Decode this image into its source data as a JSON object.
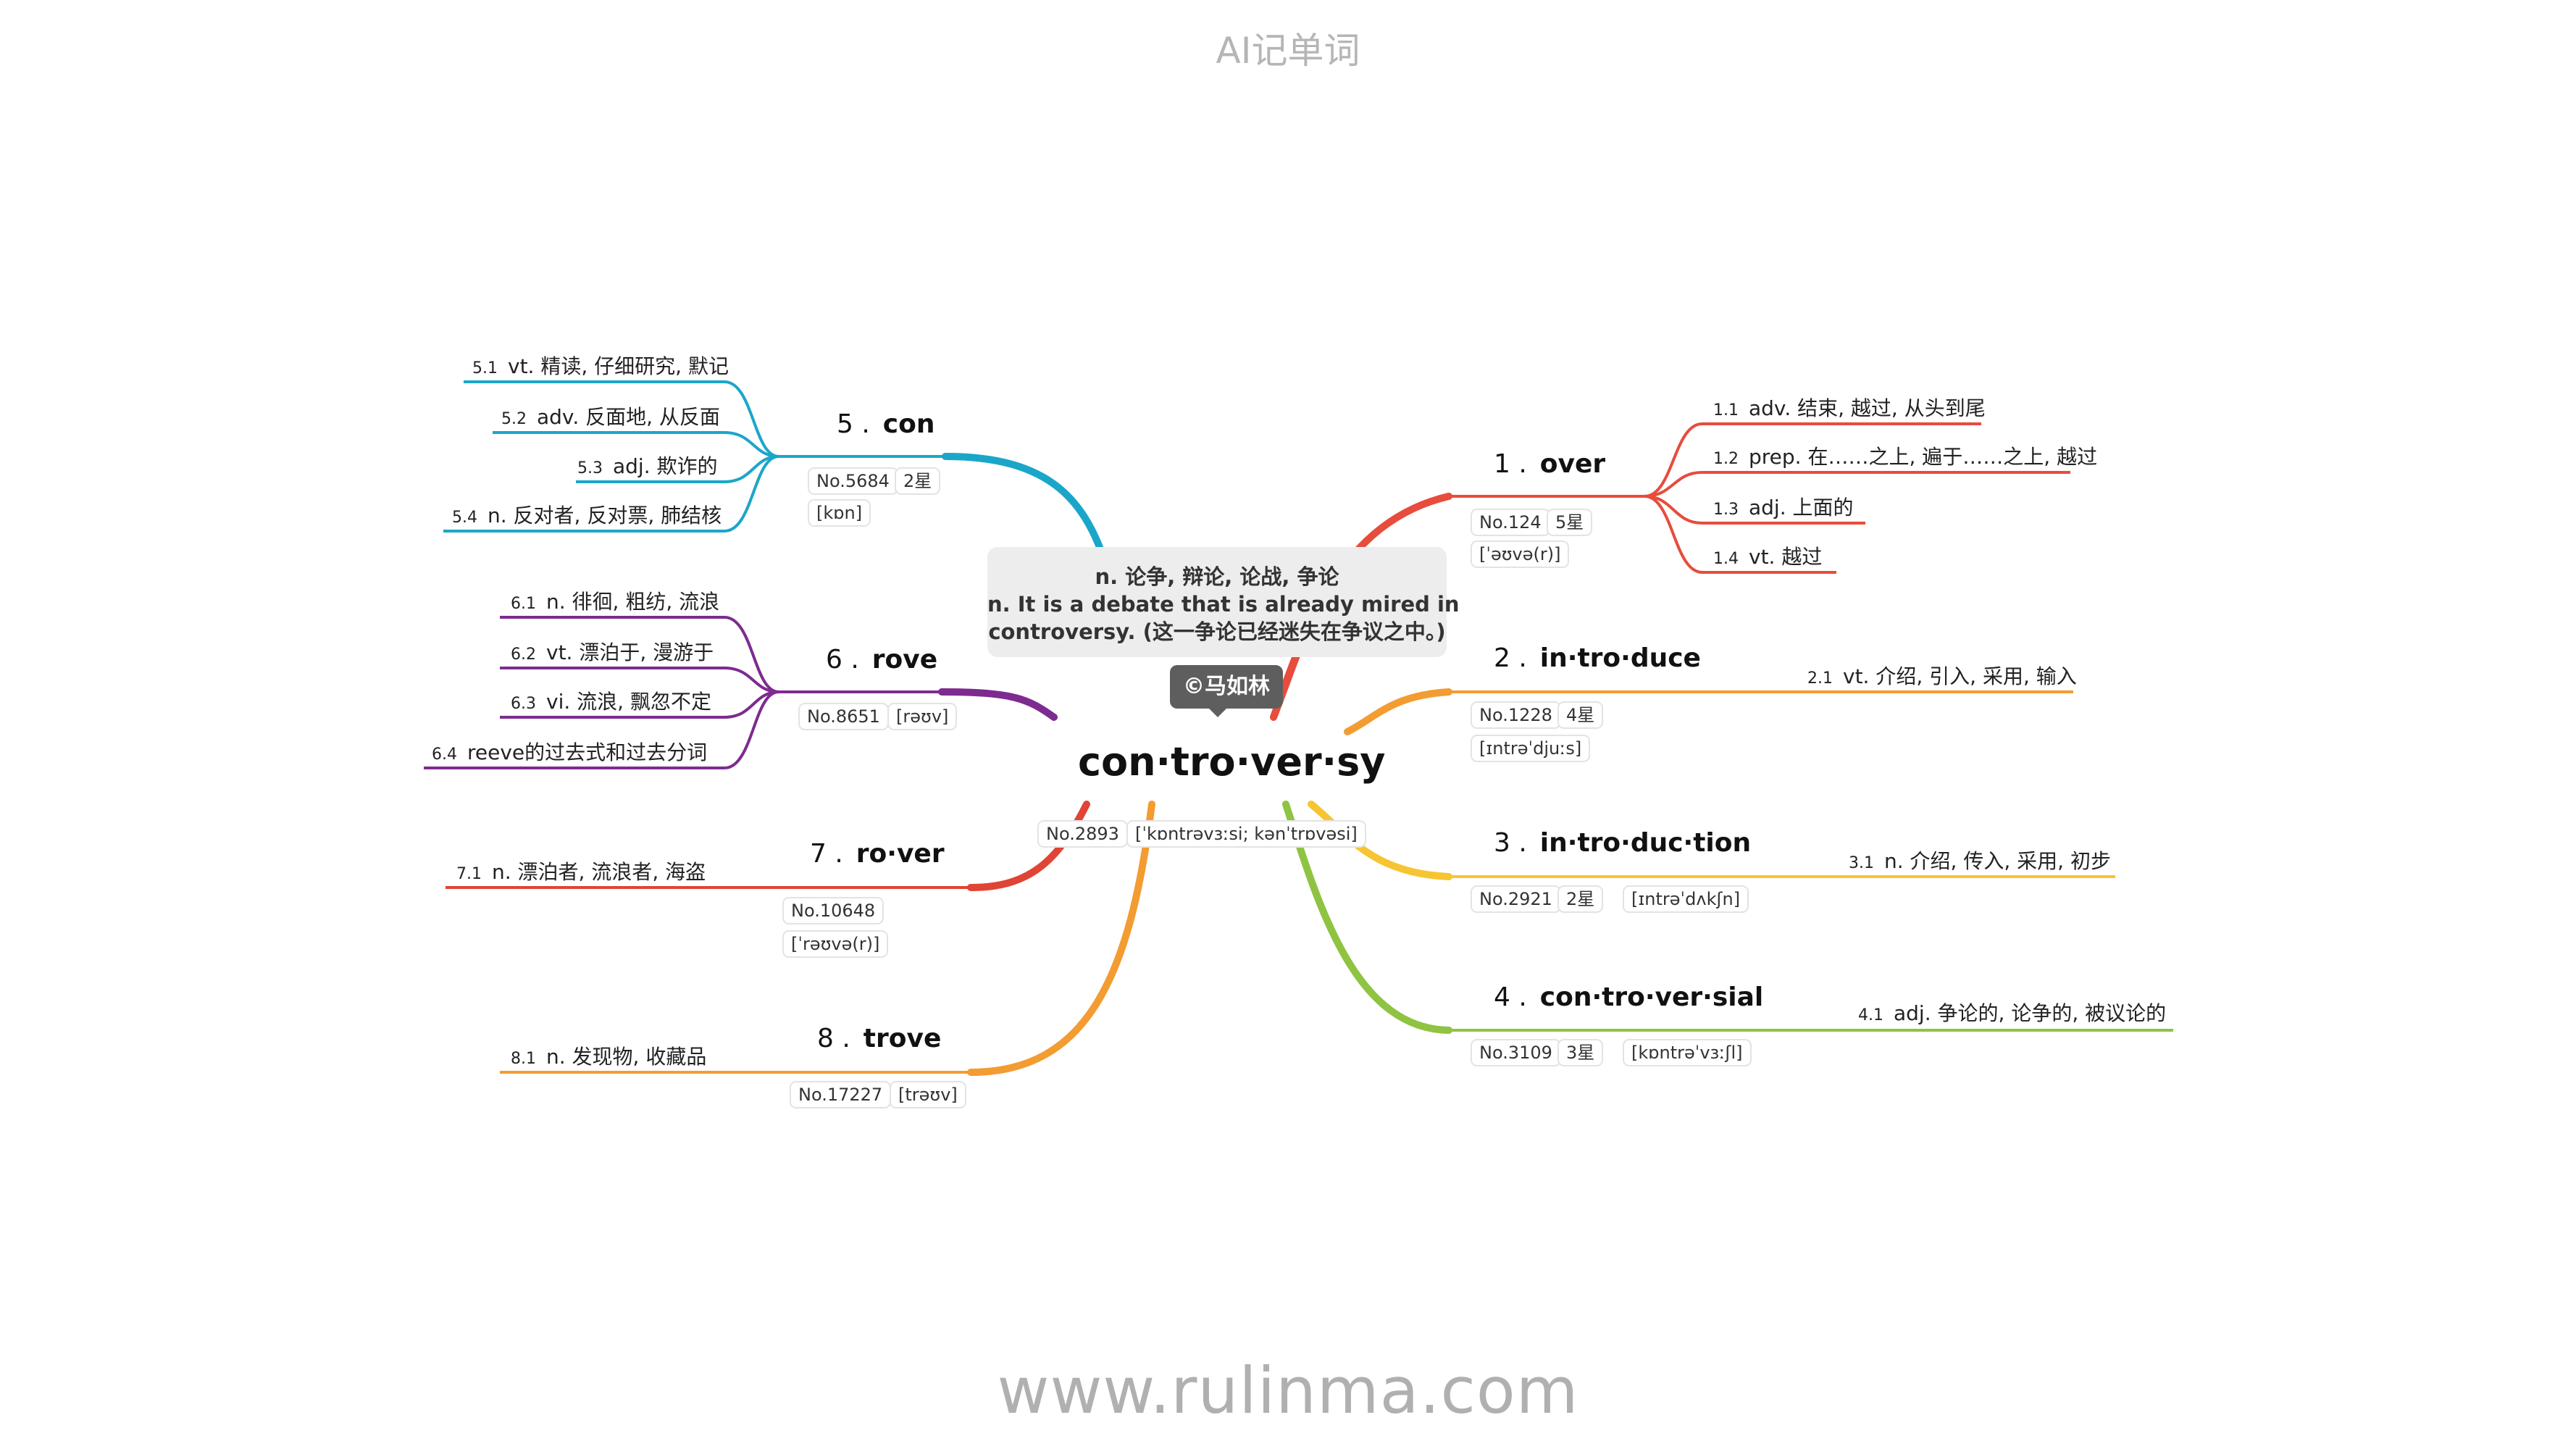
{
  "header": "AI记单词",
  "footer": "www.rulinma.com",
  "center": {
    "word": "con·tro·ver·sy",
    "rank": "No.2893",
    "phonetic": "[ˈkɒntrəvɜːsi; kənˈtrɒvəsi]",
    "tooltip": [
      "n. 论争, 辩论, 论战, 争论",
      "n. It is a debate that is already mired in",
      "controversy. (这一争论已经迷失在争议之中。)"
    ],
    "badge": "©马如林"
  },
  "branches": [
    {
      "id": "1",
      "num": "1 .",
      "word": "over",
      "color": "#e74c3c",
      "pills": [
        "No.124",
        "5星",
        "[ˈəʊvə(r)]"
      ],
      "leaves": [
        {
          "num": "1.1",
          "text": "adv. 结束, 越过, 从头到尾"
        },
        {
          "num": "1.2",
          "text": "prep. 在……之上, 遍于……之上, 越过"
        },
        {
          "num": "1.3",
          "text": "adj. 上面的"
        },
        {
          "num": "1.4",
          "text": "vt. 越过"
        }
      ]
    },
    {
      "id": "2",
      "num": "2 .",
      "word": "in·tro·duce",
      "color": "#f39c32",
      "pills": [
        "No.1228",
        "4星",
        "[ɪntrəˈdjuːs]"
      ],
      "leaves": [
        {
          "num": "2.1",
          "text": "vt. 介绍, 引入, 采用, 输入"
        }
      ]
    },
    {
      "id": "3",
      "num": "3 .",
      "word": "in·tro·duc·tion",
      "color": "#f7c531",
      "pills": [
        "No.2921",
        "2星",
        "[ɪntrəˈdʌkʃn]"
      ],
      "leaves": [
        {
          "num": "3.1",
          "text": "n. 介绍, 传入, 采用, 初步"
        }
      ]
    },
    {
      "id": "4",
      "num": "4 .",
      "word": "con·tro·ver·sial",
      "color": "#8fc342",
      "pills": [
        "No.3109",
        "3星",
        "[kɒntrəˈvɜːʃl]"
      ],
      "leaves": [
        {
          "num": "4.1",
          "text": "adj. 争论的, 论争的, 被议论的"
        }
      ]
    },
    {
      "id": "5",
      "num": "5 .",
      "word": "con",
      "color": "#1ba6c9",
      "pills": [
        "No.5684",
        "2星",
        "[kɒn]"
      ],
      "leaves": [
        {
          "num": "5.1",
          "text": "vt. 精读, 仔细研究, 默记"
        },
        {
          "num": "5.2",
          "text": "adv. 反面地, 从反面"
        },
        {
          "num": "5.3",
          "text": "adj. 欺诈的"
        },
        {
          "num": "5.4",
          "text": "n. 反对者, 反对票, 肺结核"
        }
      ]
    },
    {
      "id": "6",
      "num": "6 .",
      "word": "rove",
      "color": "#7d2b8f",
      "pills": [
        "No.8651",
        "[rəʊv]"
      ],
      "leaves": [
        {
          "num": "6.1",
          "text": "n. 徘徊, 粗纺, 流浪"
        },
        {
          "num": "6.2",
          "text": "vt. 漂泊于, 漫游于"
        },
        {
          "num": "6.3",
          "text": "vi. 流浪, 飘忽不定"
        },
        {
          "num": "6.4",
          "text": "reeve的过去式和过去分词"
        }
      ]
    },
    {
      "id": "7",
      "num": "7 .",
      "word": "ro·ver",
      "color": "#e04434",
      "pills": [
        "No.10648",
        "[ˈrəʊvə(r)]"
      ],
      "leaves": [
        {
          "num": "7.1",
          "text": "n. 漂泊者, 流浪者, 海盗"
        }
      ]
    },
    {
      "id": "8",
      "num": "8 .",
      "word": "trove",
      "color": "#f39c32",
      "pills": [
        "No.17227",
        "[trəʊv]"
      ],
      "leaves": [
        {
          "num": "8.1",
          "text": "n. 发现物, 收藏品"
        }
      ]
    }
  ]
}
